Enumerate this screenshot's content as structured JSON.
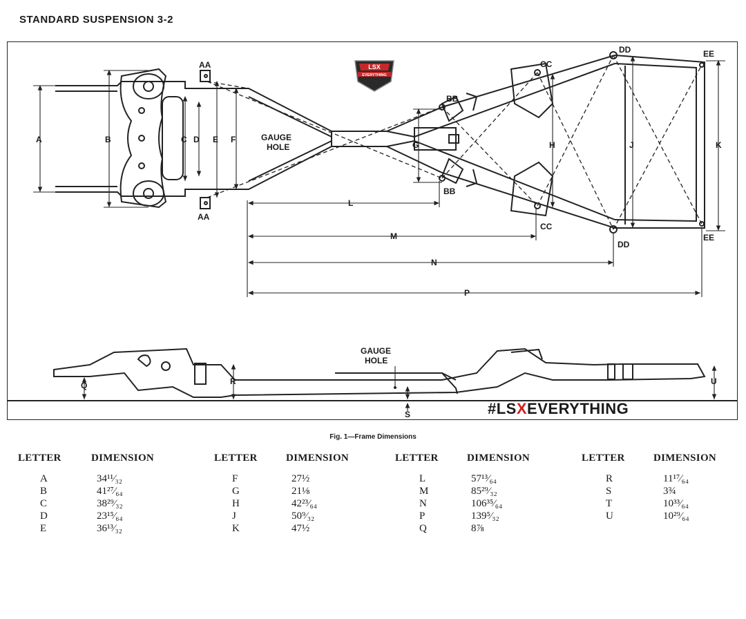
{
  "header": {
    "title": "STANDARD SUSPENSION 3-2"
  },
  "diagram": {
    "labels": {
      "A": "A",
      "B": "B",
      "C": "C",
      "D": "D",
      "E": "E",
      "F": "F",
      "G": "G",
      "H": "H",
      "J": "J",
      "K": "K",
      "L": "L",
      "M": "M",
      "N": "N",
      "P": "P",
      "Q": "Q",
      "R": "R",
      "S": "S",
      "U": "U",
      "AA": "AA",
      "BB": "BB",
      "CC": "CC",
      "DD": "DD",
      "EE": "EE"
    },
    "gauge_hole_top": [
      "GAUGE",
      "HOLE"
    ],
    "gauge_hole_side": [
      "GAUGE",
      "HOLE"
    ]
  },
  "watermark": {
    "logo_top": "LSX",
    "logo_sub": "EVERYTHING",
    "tag_prefix": "#LS",
    "tag_x": "X",
    "tag_suffix": "EVERYTHING",
    "accent": "#d42020"
  },
  "caption": "Fig. 1—Frame Dimensions",
  "table": {
    "col_letter": "LETTER",
    "col_dimension": "DIMENSION",
    "groups": [
      {
        "rows": [
          [
            "A",
            "34¹¹⁄₃₂"
          ],
          [
            "B",
            "41²⁷⁄₆₄"
          ],
          [
            "C",
            "38²⁹⁄₃₂"
          ],
          [
            "D",
            "23¹⁵⁄₆₄"
          ],
          [
            "E",
            "36¹³⁄₃₂"
          ]
        ]
      },
      {
        "rows": [
          [
            "F",
            "27½"
          ],
          [
            "G",
            "21⅛"
          ],
          [
            "H",
            "42²³⁄₆₄"
          ],
          [
            "J",
            "50⁹⁄₃₂"
          ],
          [
            "K",
            "47½"
          ]
        ]
      },
      {
        "rows": [
          [
            "L",
            "57¹³⁄₆₄"
          ],
          [
            "M",
            "85²⁹⁄₃₂"
          ],
          [
            "N",
            "106³⁵⁄₆₄"
          ],
          [
            "P",
            "139⁵⁄₃₂"
          ],
          [
            "Q",
            "8⅞"
          ]
        ]
      },
      {
        "rows": [
          [
            "R",
            "11¹⁷⁄₆₄"
          ],
          [
            "S",
            "3¾"
          ],
          [
            "T",
            "10³³⁄₆₄"
          ],
          [
            "U",
            "10²⁹⁄₆₄"
          ]
        ]
      }
    ]
  }
}
